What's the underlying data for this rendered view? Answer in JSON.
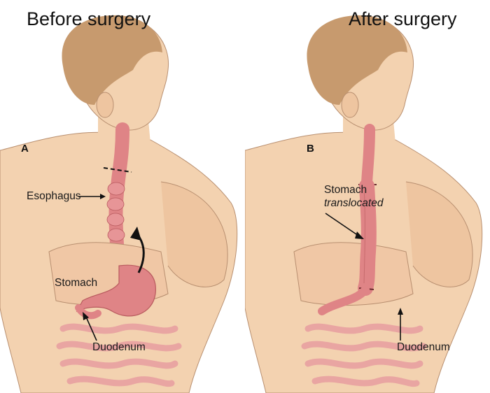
{
  "panel_a": {
    "heading": "Before surgery",
    "letter": "A",
    "labels": {
      "esophagus": "Esophagus",
      "stomach": "Stomach",
      "duodenum": "Duodenum"
    }
  },
  "panel_b": {
    "heading": "After surgery",
    "letter": "B",
    "labels": {
      "stomach": "Stomach",
      "translocated": "translocated",
      "duodenum": "Duodenum"
    }
  },
  "colors": {
    "skin": "#f3d2b0",
    "skin_shadow": "#e7b98f",
    "hair": "#c79a6e",
    "organ": "#df8486",
    "organ_dark": "#b85a5e",
    "intestine": "#e9a5a2",
    "outline": "#9e7b62"
  }
}
